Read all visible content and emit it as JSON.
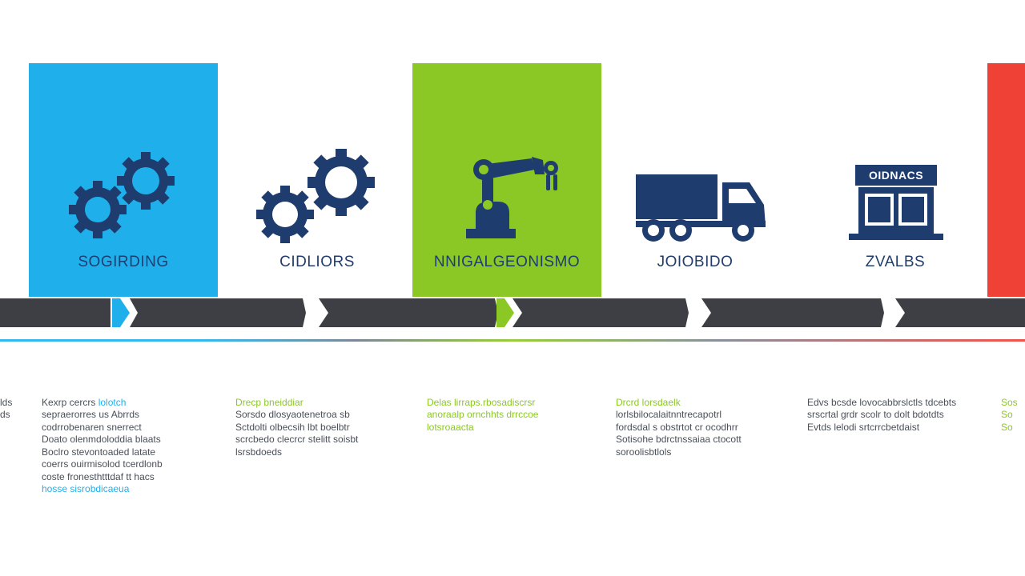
{
  "colors": {
    "blue": "#1fb0ec",
    "green": "#8cc825",
    "red": "#ef4136",
    "navy": "#1f3c6e",
    "bar": "#3d3f44"
  },
  "stages": [
    {
      "label": "SOGIRDING",
      "icon": "gears-icon"
    },
    {
      "label": "CIDLIORS",
      "icon": "gears-icon"
    },
    {
      "label": "NNIGALGEONISMO",
      "icon": "robotic-arm-icon"
    },
    {
      "label": "JOIOBIDO",
      "icon": "truck-icon"
    },
    {
      "label": "ZVALBS",
      "icon": "storefront-icon"
    }
  ],
  "store_sign": "OIDNACS",
  "descriptions": [
    {
      "lead": "lds\nds",
      "body": ""
    },
    {
      "lead": "Kexrp cercrs ",
      "accent": "lolotch",
      "body": "\nsepraerorres us Abrrds\ncodrrobenaren snerrect\nDoato olenmdoloddia blaats\nBoclro stevontoaded latate\ncoerrs ouirmisolod tcerdlonb\ncoste fronesthtttdaf tt hacs",
      "tail": "hosse sisrobdicaeua"
    },
    {
      "lead": "Drecp",
      "accent": " bneiddiar",
      "body": "\nSorsdo dlosyaotenetroa sb\nSctdolti olbecsih lbt boelbtr\nscrcbedo clecrcr stelitt soisbt\nlsrsbdoeds"
    },
    {
      "lead": "",
      "accent": "Delas lirraps.rbosadiscrsr\nanoraalp ornchhts drrccoe\nlotsroaacta",
      "body": ""
    },
    {
      "lead": "Drcrd lorsdaelk",
      "body": "\nlorlsbilocalaitnntrecapotrl\nfordsdal s obstrtot cr ocodhrr\nSotisohe bdrctnssaiaa ctocott\nsoroolisbtlols"
    },
    {
      "lead": "Edvs bcsde lovocabbrslctls tdcebts",
      "body": "\nsrscrtal grdr scolr to dolt bdotdts\nEvtds lelodi srtcrrcbetdaist"
    },
    {
      "lead": "Sos\nSo\nSo",
      "body": ""
    }
  ]
}
